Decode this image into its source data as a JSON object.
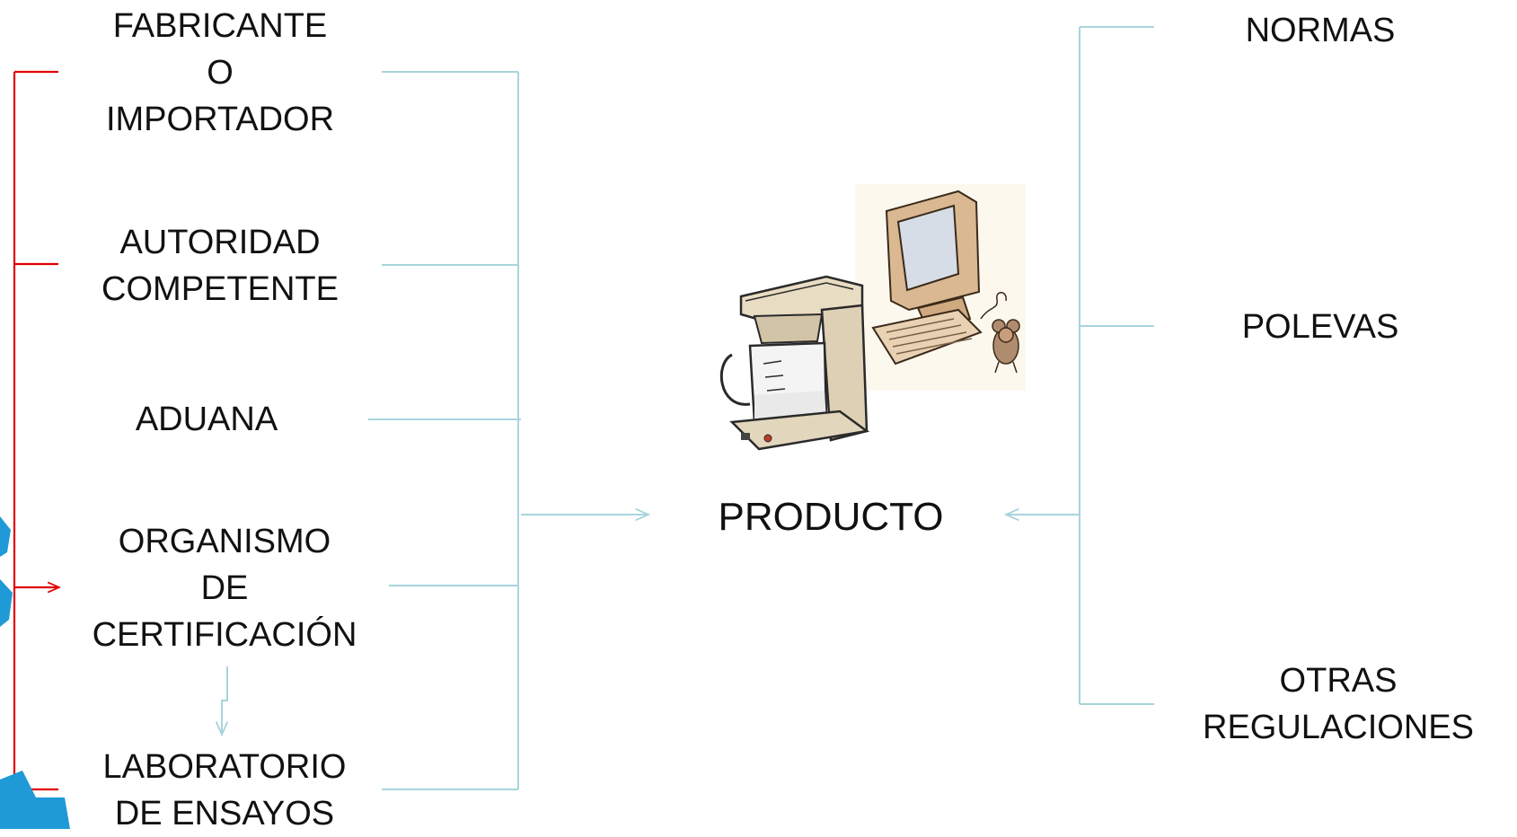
{
  "left_nodes": {
    "fabricante": [
      "FABRICANTE",
      "O",
      "IMPORTADOR"
    ],
    "autoridad": [
      "AUTORIDAD",
      "COMPETENTE"
    ],
    "aduana": [
      "ADUANA"
    ],
    "organismo": [
      "ORGANISMO",
      "DE",
      "CERTIFICACIÓN"
    ],
    "laboratorio": [
      "LABORATORIO",
      "DE ENSAYOS"
    ]
  },
  "center": {
    "label": "PRODUCTO"
  },
  "right_nodes": {
    "normas": [
      "NORMAS"
    ],
    "polevas": [
      "POLEVAS"
    ],
    "otras": [
      "OTRAS",
      "REGULACIONES"
    ]
  },
  "colors": {
    "connector": "#a8d4dc",
    "red_bracket": "#e00000",
    "logo_blue": "#1f9ad6",
    "text": "#111111"
  },
  "icons": [
    "coffee-maker-icon",
    "computer-icon",
    "mouse-icon",
    "logo-shape"
  ]
}
